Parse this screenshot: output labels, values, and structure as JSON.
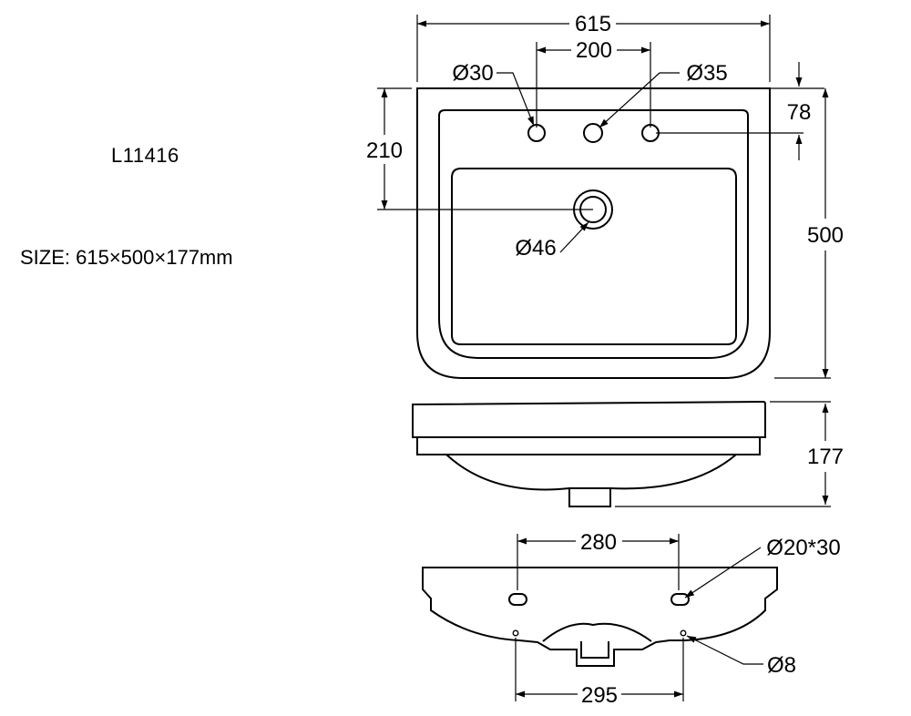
{
  "product": {
    "code": "L11416",
    "size": "SIZE:  615×500×177mm"
  },
  "dimensions": {
    "overall_width": "615",
    "tap_spacing": "200",
    "hole_left": "Ø30",
    "hole_center": "Ø35",
    "tap_row_offset": "78",
    "drain_offset": "210",
    "overall_depth": "500",
    "drain_hole": "Ø46",
    "height": "177",
    "rear_slot_spacing": "280",
    "rear_slot": "Ø20*30",
    "fixing_spacing": "295",
    "fixing_hole": "Ø8"
  }
}
